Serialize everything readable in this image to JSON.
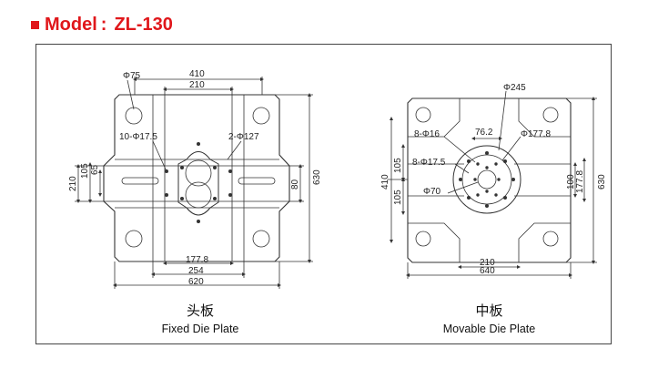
{
  "heading": {
    "label": "Model",
    "sep": ":",
    "model": "ZL-130"
  },
  "fixed_plate": {
    "title_zh": "头板",
    "title_en": "Fixed Die Plate",
    "dims": {
      "d75": "Φ75",
      "w410": "410",
      "w210": "210",
      "holes": "10-Φ17.5",
      "bores": "2-Φ127",
      "h105": "105",
      "h65": "65",
      "h210": "210",
      "h80": "80",
      "h630": "630",
      "w1778": "177.8",
      "w254": "254",
      "w620": "620"
    }
  },
  "movable_plate": {
    "title_zh": "中板",
    "title_en": "Movable Die Plate",
    "dims": {
      "d245": "Φ245",
      "holes16": "8-Φ16",
      "w762": "76.2",
      "d1778": "Φ177.8",
      "holes175": "8-Φ17.5",
      "d70": "Φ70",
      "h410": "410",
      "h105a": "105",
      "h105b": "105",
      "h100": "100",
      "h1778": "177.8",
      "h630": "630",
      "w210": "210",
      "w640": "640"
    }
  }
}
